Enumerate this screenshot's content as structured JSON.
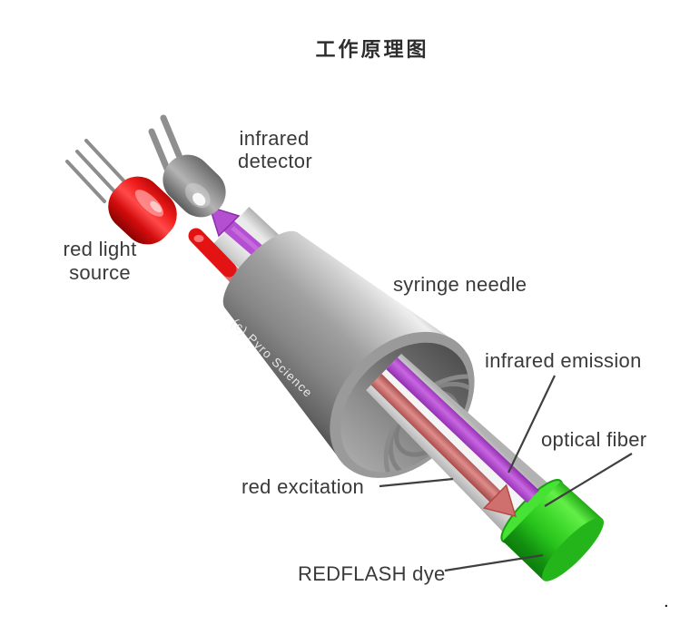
{
  "title": "工作原理图",
  "watermark": "(c) Pyro Science",
  "period": ".",
  "labels": {
    "infrared_detector_line1": "infrared",
    "infrared_detector_line2": "detector",
    "red_light_source_line1": "red light",
    "red_light_source_line2": "source",
    "syringe_needle": "syringe needle",
    "infrared_emission": "infrared emission",
    "optical_fiber": "optical fiber",
    "red_excitation": "red excitation",
    "redflash_dye": "REDFLASH dye"
  },
  "colors": {
    "label_text": "#3a3a3a",
    "title_text": "#2d2d2d",
    "leader_line": "#3f3f3f",
    "red_led": "#e81414",
    "detector_gray": "#9b9b9b",
    "needle_gray": "#959595",
    "purple_beam": "#b44fd2",
    "purple_beam_light": "#ca72e2",
    "red_beam_muted": "#d4716f",
    "red_beam_bright": "#e31313",
    "fiber_gray": "#e9e9e9",
    "redflash_green": "#3fd92c",
    "watermark_text": "#f2f2f2"
  }
}
